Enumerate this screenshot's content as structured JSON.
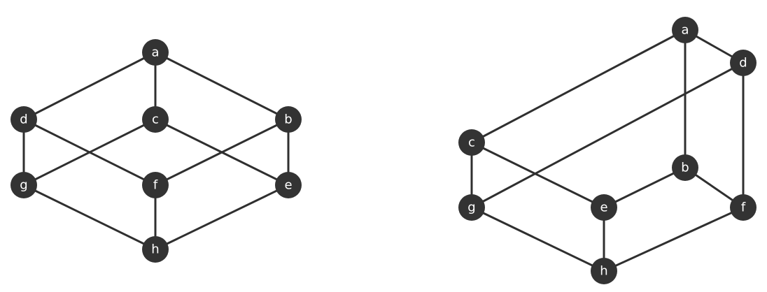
{
  "graphs": [
    {
      "nodes": [
        {
          "id": "a",
          "label": "a"
        },
        {
          "id": "b",
          "label": "b"
        },
        {
          "id": "c",
          "label": "c"
        },
        {
          "id": "d",
          "label": "d"
        },
        {
          "id": "e",
          "label": "e"
        },
        {
          "id": "f",
          "label": "f"
        },
        {
          "id": "g",
          "label": "g"
        },
        {
          "id": "h",
          "label": "h"
        }
      ],
      "edges": [
        [
          "a",
          "d"
        ],
        [
          "a",
          "c"
        ],
        [
          "a",
          "b"
        ],
        [
          "d",
          "g"
        ],
        [
          "d",
          "f"
        ],
        [
          "c",
          "g"
        ],
        [
          "c",
          "e"
        ],
        [
          "b",
          "f"
        ],
        [
          "b",
          "e"
        ],
        [
          "g",
          "h"
        ],
        [
          "f",
          "h"
        ],
        [
          "e",
          "h"
        ]
      ]
    },
    {
      "nodes": [
        {
          "id": "a",
          "label": "a"
        },
        {
          "id": "b",
          "label": "b"
        },
        {
          "id": "c",
          "label": "c"
        },
        {
          "id": "d",
          "label": "d"
        },
        {
          "id": "e",
          "label": "e"
        },
        {
          "id": "f",
          "label": "f"
        },
        {
          "id": "g",
          "label": "g"
        },
        {
          "id": "h",
          "label": "h"
        }
      ],
      "edges": [
        [
          "a",
          "c"
        ],
        [
          "a",
          "d"
        ],
        [
          "a",
          "b"
        ],
        [
          "d",
          "g"
        ],
        [
          "d",
          "f"
        ],
        [
          "c",
          "g"
        ],
        [
          "c",
          "e"
        ],
        [
          "b",
          "e"
        ],
        [
          "b",
          "f"
        ],
        [
          "g",
          "h"
        ],
        [
          "e",
          "h"
        ],
        [
          "f",
          "h"
        ]
      ]
    }
  ],
  "colors": {
    "node_fill": "#333333",
    "edge": "#2f2f2f",
    "label": "#ffffff",
    "background": "#ffffff"
  }
}
